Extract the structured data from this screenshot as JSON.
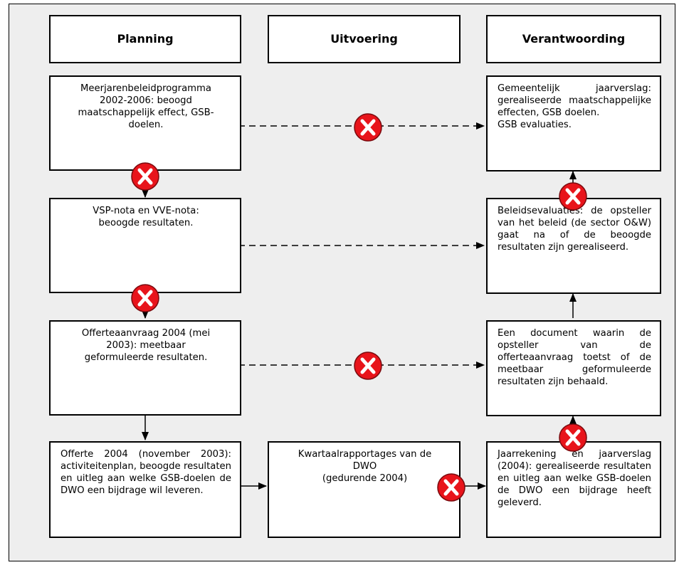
{
  "headers": {
    "planning": "Planning",
    "uitvoering": "Uitvoering",
    "verantwoording": "Verantwoording"
  },
  "planning": {
    "p1": "Meerjarenbeleidprogramma\n2002-2006: beoogd\nmaatschappelijk effect, GSB-\ndoelen.",
    "p2": "VSP-nota en VVE-nota:\nbeoogde resultaten.",
    "p3": "Offerteaanvraag 2004 (mei\n2003): meetbaar\ngeformuleerde resultaten.",
    "p4": "Offerte 2004 (november 2003): activiteitenplan, beoogde resultaten en uitleg aan welke GSB-doelen de DWO een bijdrage wil leveren."
  },
  "uitvoering": {
    "u1": "Kwartaalrapportages van de\nDWO\n(gedurende 2004)"
  },
  "verantwoording": {
    "v1": "Gemeentelijk jaarverslag: gerealiseerde maatschappelijke effecten, GSB doelen.\nGSB evaluaties.",
    "v2": "Beleidsevaluaties: de opsteller van het beleid (de sector O&W) gaat na of de beoogde resultaten zijn gerealiseerd.",
    "v3": "Een document waarin de opsteller van de offerteaanvraag toetst of de meetbaar geformuleerde resultaten zijn behaald.",
    "v4": "Jaarrekening en jaarverslag (2004): gerealiseerde resultaten en uitleg aan welke GSB-doelen de DWO een bijdrage heeft geleverd."
  },
  "colors": {
    "frame_background": "#eeeeee",
    "box_background": "#ffffff",
    "x_mark_fill": "#e8141b",
    "x_mark_glyph": "#ffffff"
  },
  "icons": {
    "missing_link": "x-mark-icon"
  }
}
